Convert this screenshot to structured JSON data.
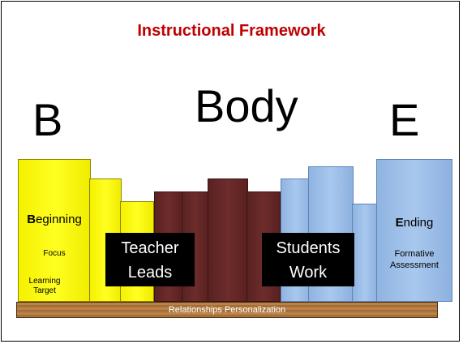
{
  "title": "Instructional Framework",
  "letters": {
    "b": "B",
    "body": "Body",
    "e": "E"
  },
  "beginning": {
    "initial": "B",
    "rest": "eginning",
    "focus": "Focus",
    "target": "Learning Target"
  },
  "ending": {
    "initial": "E",
    "rest": "nding",
    "assessment": "Formative Assessment"
  },
  "teacher": {
    "line1": "Teacher",
    "line2": "Leads"
  },
  "students": {
    "line1": "Students",
    "line2": "Work"
  },
  "shelf": {
    "label": "Relationships  Personalization"
  },
  "colors": {
    "title": "#c00000",
    "yellow": "#ffff00",
    "brown": "#6e2c2c",
    "blue": "#a8c8ee",
    "shelf": "#b07840"
  }
}
